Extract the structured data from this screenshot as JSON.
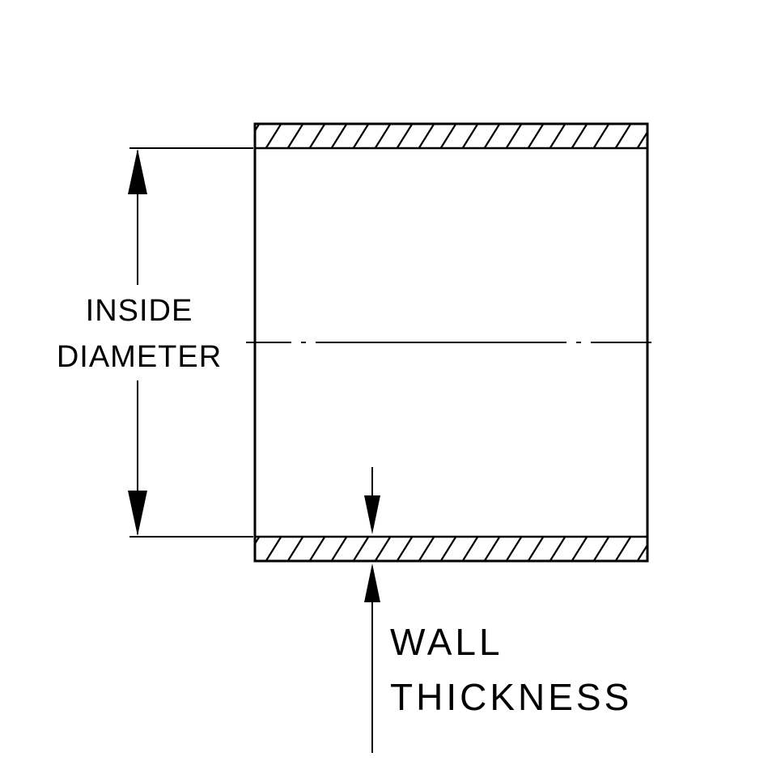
{
  "diagram": {
    "type": "technical-drawing",
    "description": "Cross-section of a tube showing inside diameter and wall thickness dimension callouts",
    "colors": {
      "line": "#000000",
      "background": "#ffffff"
    },
    "labels": {
      "inside_diameter": {
        "line1": "INSIDE",
        "line2": "DIAMETER"
      },
      "wall_thickness": {
        "line1": "WALL",
        "line2": "THICKNESS"
      }
    }
  }
}
